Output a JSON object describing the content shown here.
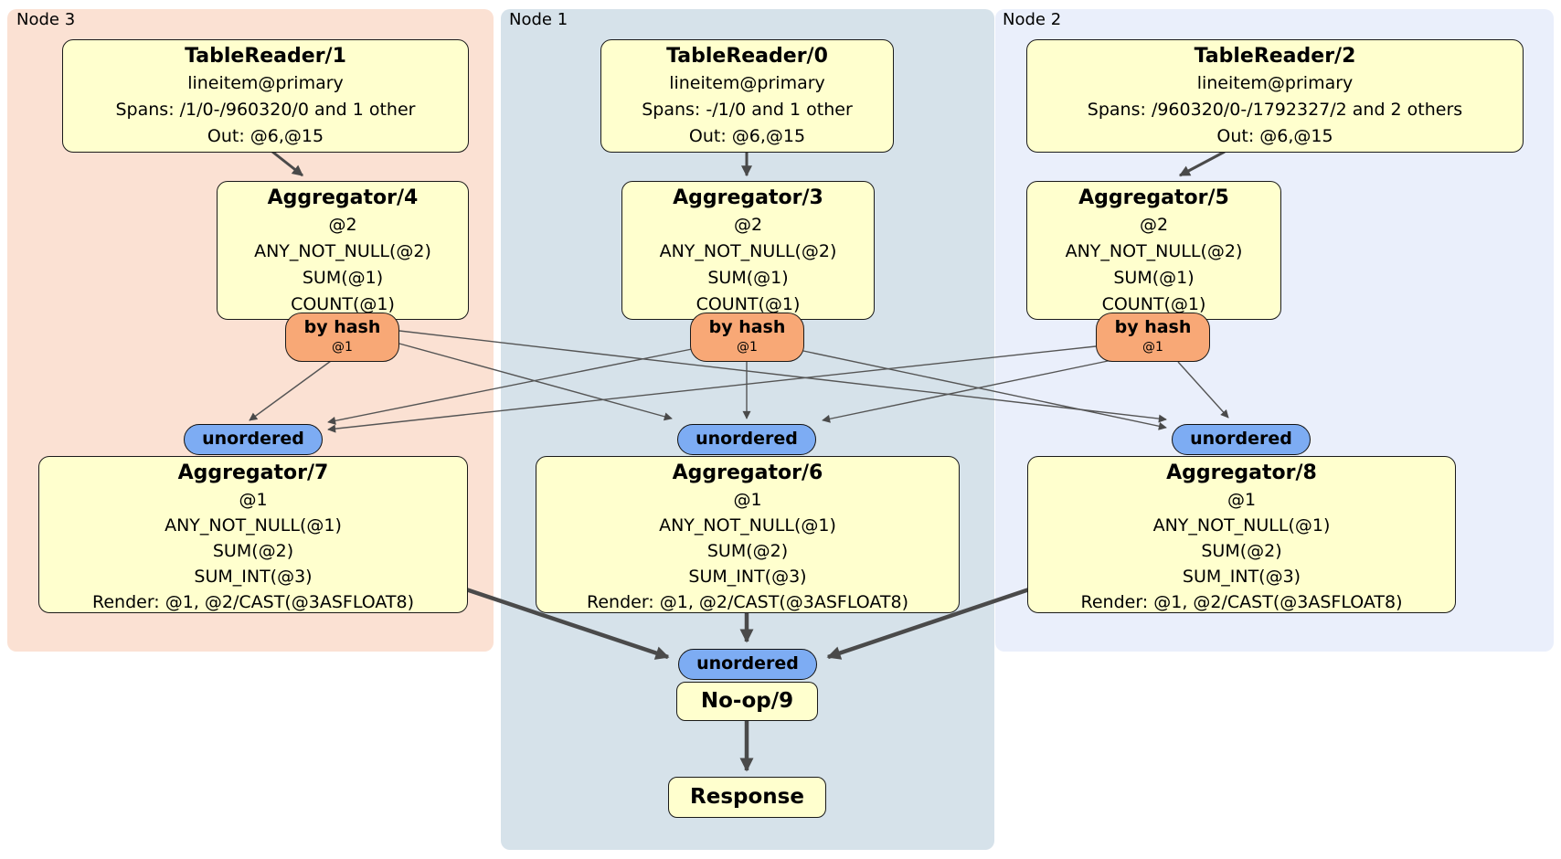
{
  "panels": [
    {
      "label": "Node 3"
    },
    {
      "label": "Node 1"
    },
    {
      "label": "Node 2"
    }
  ],
  "processors": {
    "tr1": {
      "title": "TableReader/1",
      "lines": [
        "lineitem@primary",
        "Spans: /1/0-/960320/0 and 1 other",
        "Out: @6,@15"
      ]
    },
    "tr0": {
      "title": "TableReader/0",
      "lines": [
        "lineitem@primary",
        "Spans: -/1/0 and 1 other",
        "Out: @6,@15"
      ]
    },
    "tr2": {
      "title": "TableReader/2",
      "lines": [
        "lineitem@primary",
        "Spans: /960320/0-/1792327/2 and 2 others",
        "Out: @6,@15"
      ]
    },
    "agg4": {
      "title": "Aggregator/4",
      "lines": [
        "@2",
        "ANY_NOT_NULL(@2)",
        "SUM(@1)",
        "COUNT(@1)"
      ]
    },
    "agg3": {
      "title": "Aggregator/3",
      "lines": [
        "@2",
        "ANY_NOT_NULL(@2)",
        "SUM(@1)",
        "COUNT(@1)"
      ]
    },
    "agg5": {
      "title": "Aggregator/5",
      "lines": [
        "@2",
        "ANY_NOT_NULL(@2)",
        "SUM(@1)",
        "COUNT(@1)"
      ]
    },
    "agg7": {
      "title": "Aggregator/7",
      "lines": [
        "@1",
        "ANY_NOT_NULL(@1)",
        "SUM(@2)",
        "SUM_INT(@3)",
        "Render: @1, @2/CAST(@3ASFLOAT8)"
      ]
    },
    "agg6": {
      "title": "Aggregator/6",
      "lines": [
        "@1",
        "ANY_NOT_NULL(@1)",
        "SUM(@2)",
        "SUM_INT(@3)",
        "Render: @1, @2/CAST(@3ASFLOAT8)"
      ]
    },
    "agg8": {
      "title": "Aggregator/8",
      "lines": [
        "@1",
        "ANY_NOT_NULL(@1)",
        "SUM(@2)",
        "SUM_INT(@3)",
        "Render: @1, @2/CAST(@3ASFLOAT8)"
      ]
    },
    "noop": {
      "title": "No-op/9"
    },
    "response": {
      "title": "Response"
    }
  },
  "routers": {
    "by_hash_label": "by hash",
    "by_hash_key": "@1",
    "unordered_label": "unordered"
  },
  "colors": {
    "node3_bg": "#fbe1d3",
    "node1_bg": "#d6e2ea",
    "node2_bg": "#eaeffb",
    "box_bg": "#ffffce",
    "router_bg": "#f8a876",
    "stream_bg": "#7dacf3",
    "edge": "#4a4a4a"
  }
}
